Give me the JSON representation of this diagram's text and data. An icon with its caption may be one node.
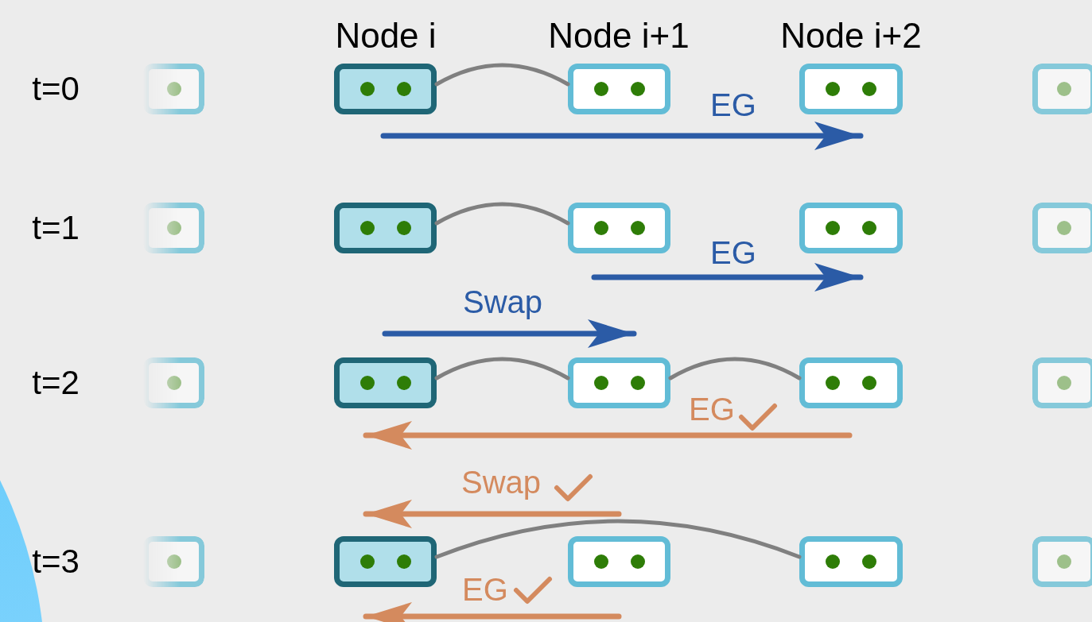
{
  "diagram": {
    "nodes": [
      {
        "text": [],
        "shape": "box"
      },
      {
        "text": [],
        "shape": "box"
      },
      {
        "text": [],
        "shape": "box"
      },
      {
        "text": [],
        "shape": "box"
      },
      {
        "text": [],
        "shape": "box"
      },
      {
        "text": [],
        "shape": "box"
      },
      {
        "text": [],
        "shape": "box"
      },
      {
        "text": [],
        "shape": "box"
      },
      {
        "text": [],
        "shape": "box"
      },
      {
        "text": [],
        "shape": "box"
      },
      {
        "text": [],
        "shape": "box"
      },
      {
        "text": [],
        "shape": "box"
      },
      {
        "text": [],
        "shape": "box"
      },
      {
        "text": [],
        "shape": "box"
      },
      {
        "text": [],
        "shape": "box"
      },
      {
        "text": [],
        "shape": "box"
      },
      {
        "text": [],
        "shape": "box"
      },
      {
        "text": [],
        "shape": "box"
      },
      {
        "text": [],
        "shape": "box"
      },
      {
        "text": [],
        "shape": "box"
      },
      {
        "text": [],
        "shape": "circle"
      }
    ],
    "edges": [
      {
        "from": 1,
        "to": 2,
        "arrow": "none"
      },
      {
        "from": 6,
        "to": 7,
        "arrow": "none"
      },
      {
        "from": 11,
        "to": 12,
        "arrow": "none"
      },
      {
        "from": 12,
        "to": 13,
        "arrow": "none"
      },
      {
        "from": 16,
        "to": 18,
        "arrow": "none"
      }
    ],
    "labels": [
      "Node i",
      "Node i+1",
      "Node i+2",
      "t=0",
      "EG",
      "t=1",
      "EG",
      "Swap",
      "t=2",
      "EG",
      "Swap",
      "t=3",
      "EG"
    ]
  }
}
